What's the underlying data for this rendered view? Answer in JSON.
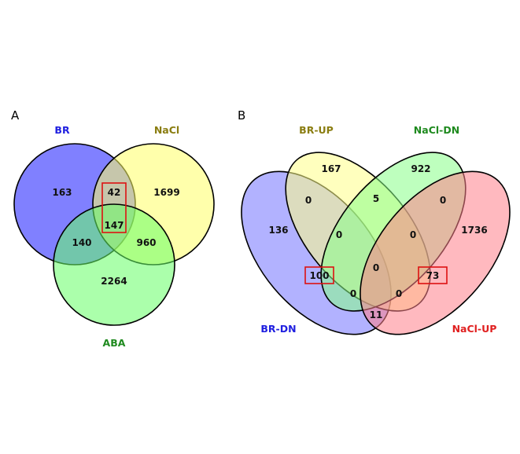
{
  "panel_a": {
    "letter": "A",
    "sets": [
      {
        "label": "BR",
        "color": "#2020e0",
        "fill": "#6e6eff"
      },
      {
        "label": "NaCl",
        "color": "#8a7d10",
        "fill": "#ffff66"
      },
      {
        "label": "ABA",
        "color": "#1f8a1f",
        "fill": "#66ff66"
      }
    ],
    "counts": {
      "br_only": "163",
      "nacl_only": "1699",
      "aba_only": "2264",
      "br_nacl": "42",
      "br_aba": "140",
      "nacl_aba": "960",
      "all": "147"
    },
    "highlight_color": "#dd1111"
  },
  "panel_b": {
    "letter": "B",
    "sets": [
      {
        "label": "BR-UP",
        "color": "#8a7d10",
        "fill": "#ffff88"
      },
      {
        "label": "NaCl-DN",
        "color": "#1f8a1f",
        "fill": "#88ff88"
      },
      {
        "label": "BR-DN",
        "color": "#2020e0",
        "fill": "#8888ff"
      },
      {
        "label": "NaCl-UP",
        "color": "#e02020",
        "fill": "#ff7f8a"
      }
    ],
    "counts": {
      "brup_only": "167",
      "nacldn_only": "922",
      "brdn_only": "136",
      "naclup_only": "1736",
      "brup_nacldn": "5",
      "brup_brdn": "0",
      "nacldn_naclup": "0",
      "brup_brdn_nacldn": "0",
      "brup_nacldn_naclup": "0",
      "all_four": "0",
      "brdn_nacldn": "100",
      "brup_naclup": "73",
      "brup_brdn_naclup": "0",
      "brdn_nacldn_naclup": "0",
      "brdn_naclup": "11"
    },
    "highlight_color": "#dd1111"
  }
}
